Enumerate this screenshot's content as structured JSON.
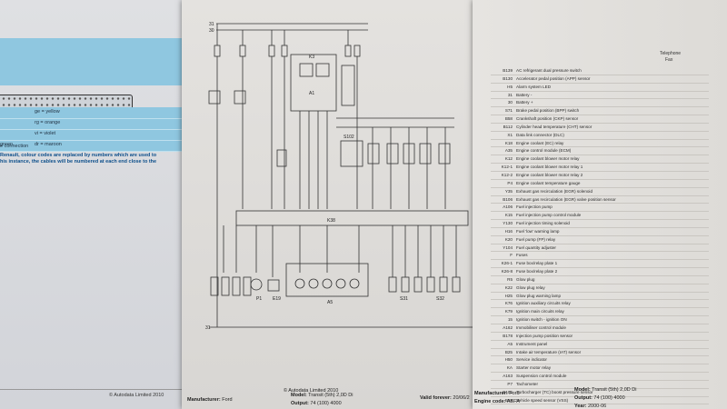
{
  "left_sheet": {
    "color_rows": [
      {
        "left": "",
        "right": "ge = yellow"
      },
      {
        "left": "",
        "right": "rg = orange"
      },
      {
        "left": "",
        "right": "vi = violet"
      },
      {
        "left": "green",
        "right": "dr = maroon"
      }
    ],
    "connection_label": "e connection",
    "note_line1": "Renault, colour codes are replaced by numbers which are used to",
    "note_line2": "his instance, the cables will be numbered at each end close to the",
    "copyright": "© Autodata Limited 2010"
  },
  "diagram": {
    "top_label_1": "31",
    "top_label_2": "30",
    "ground_label": "31",
    "components": [
      "K3",
      "S102",
      "A1",
      "K38",
      "E19",
      "P1",
      "A5",
      "S31",
      "S32"
    ],
    "footer_copyright": "© Autodata Limited 2010",
    "footer_manufacturer_label": "Manufacturer:",
    "footer_manufacturer": "Ford",
    "footer_model_label": "Model:",
    "footer_model": "Transit (5th) 2,0D Di",
    "footer_output_label": "Output:",
    "footer_output": "74 (100) 4000",
    "footer_valid_label": "Valid forever:",
    "footer_valid": "20/06/2"
  },
  "right_sheet": {
    "header_top": "Telephone",
    "header_sub": "Fax",
    "legend": [
      {
        "code": "B139",
        "desc": "AC refrigerant dual pressure switch"
      },
      {
        "code": "B130",
        "desc": "Accelerator pedal position (APP) sensor"
      },
      {
        "code": "H5",
        "desc": "Alarm system LED"
      },
      {
        "code": "31",
        "desc": "Battery -"
      },
      {
        "code": "30",
        "desc": "Battery +"
      },
      {
        "code": "S71",
        "desc": "Brake pedal position (BPP) switch"
      },
      {
        "code": "B58",
        "desc": "Crankshaft position (CKP) sensor"
      },
      {
        "code": "B112",
        "desc": "Cylinder head temperature (CHT) sensor"
      },
      {
        "code": "X1",
        "desc": "Data link connector (DLC)"
      },
      {
        "code": "K18",
        "desc": "Engine coolant (EC) relay"
      },
      {
        "code": "A35",
        "desc": "Engine control module (ECM)"
      },
      {
        "code": "K12",
        "desc": "Engine coolant blower motor relay"
      },
      {
        "code": "K12-1",
        "desc": "Engine coolant blower motor relay 1"
      },
      {
        "code": "K12-2",
        "desc": "Engine coolant blower motor relay 2"
      },
      {
        "code": "P4",
        "desc": "Engine coolant temperature gauge"
      },
      {
        "code": "Y35",
        "desc": "Exhaust gas recirculation (EGR) solenoid"
      },
      {
        "code": "B106",
        "desc": "Exhaust gas recirculation (EGR) valve position sensor"
      },
      {
        "code": "A106",
        "desc": "Fuel injection pump"
      },
      {
        "code": "K15",
        "desc": "Fuel injection pump control module"
      },
      {
        "code": "Y130",
        "desc": "Fuel injection timing solenoid"
      },
      {
        "code": "H16",
        "desc": "Fuel 'low' warning lamp"
      },
      {
        "code": "K20",
        "desc": "Fuel pump (FP) relay"
      },
      {
        "code": "Y104",
        "desc": "Fuel quantity adjuster"
      },
      {
        "code": "F",
        "desc": "Fuses"
      },
      {
        "code": "K26-1",
        "desc": "Fuse box/relay plate 1"
      },
      {
        "code": "K26-8",
        "desc": "Fuse box/relay plate 2"
      },
      {
        "code": "R5",
        "desc": "Glow plug"
      },
      {
        "code": "K22",
        "desc": "Glow plug relay"
      },
      {
        "code": "H25",
        "desc": "Glow plug warning lamp"
      },
      {
        "code": "K76",
        "desc": "Ignition auxiliary circuits relay"
      },
      {
        "code": "K79",
        "desc": "Ignition main circuits relay"
      },
      {
        "code": "15",
        "desc": "Ignition switch - ignition ON"
      },
      {
        "code": "A162",
        "desc": "Immobiliser control module"
      },
      {
        "code": "B178",
        "desc": "Injection pump position sensor"
      },
      {
        "code": "A5",
        "desc": "Instrument panel"
      },
      {
        "code": "B25",
        "desc": "Intake air temperature (IAT) sensor"
      },
      {
        "code": "H50",
        "desc": "Service indicator"
      },
      {
        "code": "KA",
        "desc": "Starter motor relay"
      },
      {
        "code": "A163",
        "desc": "Suspension control module"
      },
      {
        "code": "P7",
        "desc": "Tachometer"
      },
      {
        "code": "B105",
        "desc": "Turbocharger (TC) boost pressure sensor"
      },
      {
        "code": "B53",
        "desc": "Vehicle speed sensor (VSS)"
      }
    ],
    "footer_manufacturer_label": "Manufacturer:",
    "footer_manufacturer": "Ford",
    "footer_engine_label": "Engine code:",
    "footer_engine": "ABFA",
    "footer_model_label": "Model:",
    "footer_model": "Transit (5th) 2,0D Di",
    "footer_output_label": "Output:",
    "footer_output": "74 (100) 4000",
    "footer_year_label": "Year:",
    "footer_year": "2000-06"
  }
}
